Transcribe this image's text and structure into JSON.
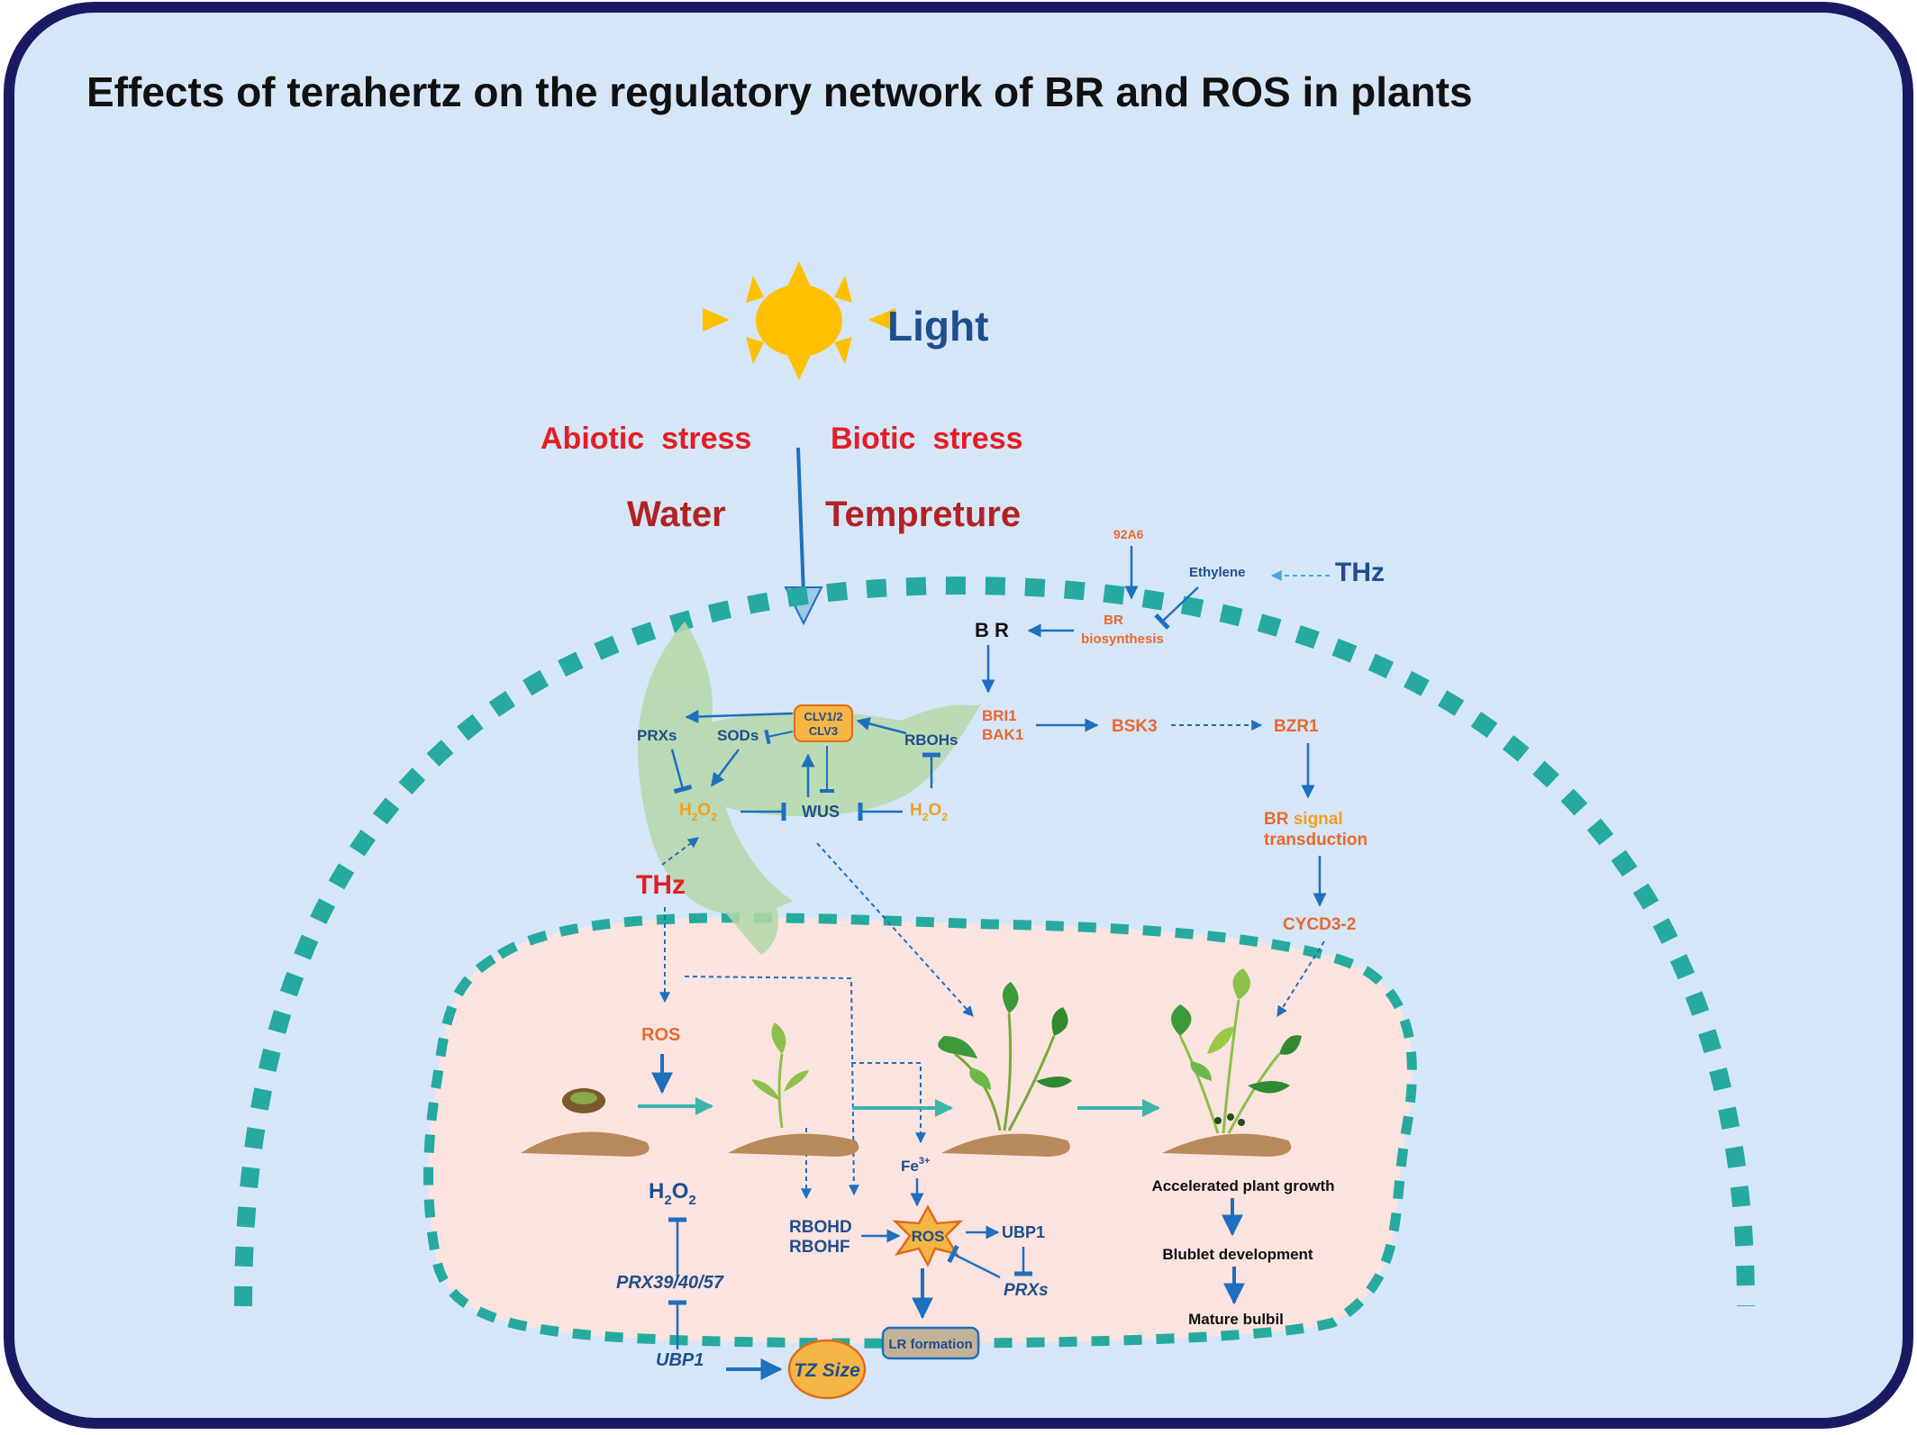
{
  "title": "Effects of terahertz on the regulatory network of BR and ROS in plants",
  "colors": {
    "frame": "#1a1a63",
    "background": "#d6e6f9",
    "dome": "#26aa9f",
    "cell_fill": "#fbe3e0",
    "blue_text": "#1f4e8c",
    "red_text": "#e31e24",
    "dark_red_text": "#b22222",
    "orange_text": "#e8692e",
    "gold_text": "#f0a020",
    "arrow": "#1f6fbf",
    "sun": "#ffc000"
  },
  "top": {
    "light": "Light",
    "abiotic": "Abiotic  stress",
    "biotic": "Biotic  stress",
    "water": "Water",
    "temperature": "Tempreture"
  },
  "br_pathway": {
    "a92": "92A6",
    "ethylene": "Ethylene",
    "thz": "THz",
    "br": "B R",
    "br_bio_1": "BR",
    "br_bio_2": "biosynthesis",
    "bri1": "BRI1",
    "bak1": "BAK1",
    "bsk3": "BSK3",
    "bzr1": "BZR1",
    "signal_br": "BR",
    "signal_word": "signal",
    "signal_2": "transduction",
    "cycd": "CYCD3-2"
  },
  "leaf_network": {
    "clv12": "CLV1/2",
    "clv3": "CLV3",
    "prxs": "PRXs",
    "sods": "SODs",
    "rbohs": "RBOHs",
    "h2o2_left_main": "H",
    "h2o2_left_sub1": "2",
    "h2o2_left_mid": "O",
    "h2o2_left_sub2": "2",
    "wus": "WUS",
    "h2o2_right_main": "H",
    "h2o2_right_sub1": "2",
    "h2o2_right_mid": "O",
    "h2o2_right_sub2": "2",
    "thz": "THz"
  },
  "cell": {
    "ros_top": "ROS",
    "h2o2_main": "H",
    "h2o2_sub1": "2",
    "h2o2_mid": "O",
    "h2o2_sub2": "2",
    "prx": "PRX39/40/57",
    "ubp1_left": "UBP1",
    "tz": "TZ Size",
    "rbohd": "RBOHD",
    "rbohf": "RBOHF",
    "fe_main": "Fe",
    "fe_sup": "3+",
    "ros_star": "ROS",
    "ubp1_right": "UBP1",
    "prxs": "PRXs",
    "lr": "LR formation",
    "growth": "Accelerated plant growth",
    "blublet": "Blublet development",
    "mature": "Mature bulbil"
  }
}
